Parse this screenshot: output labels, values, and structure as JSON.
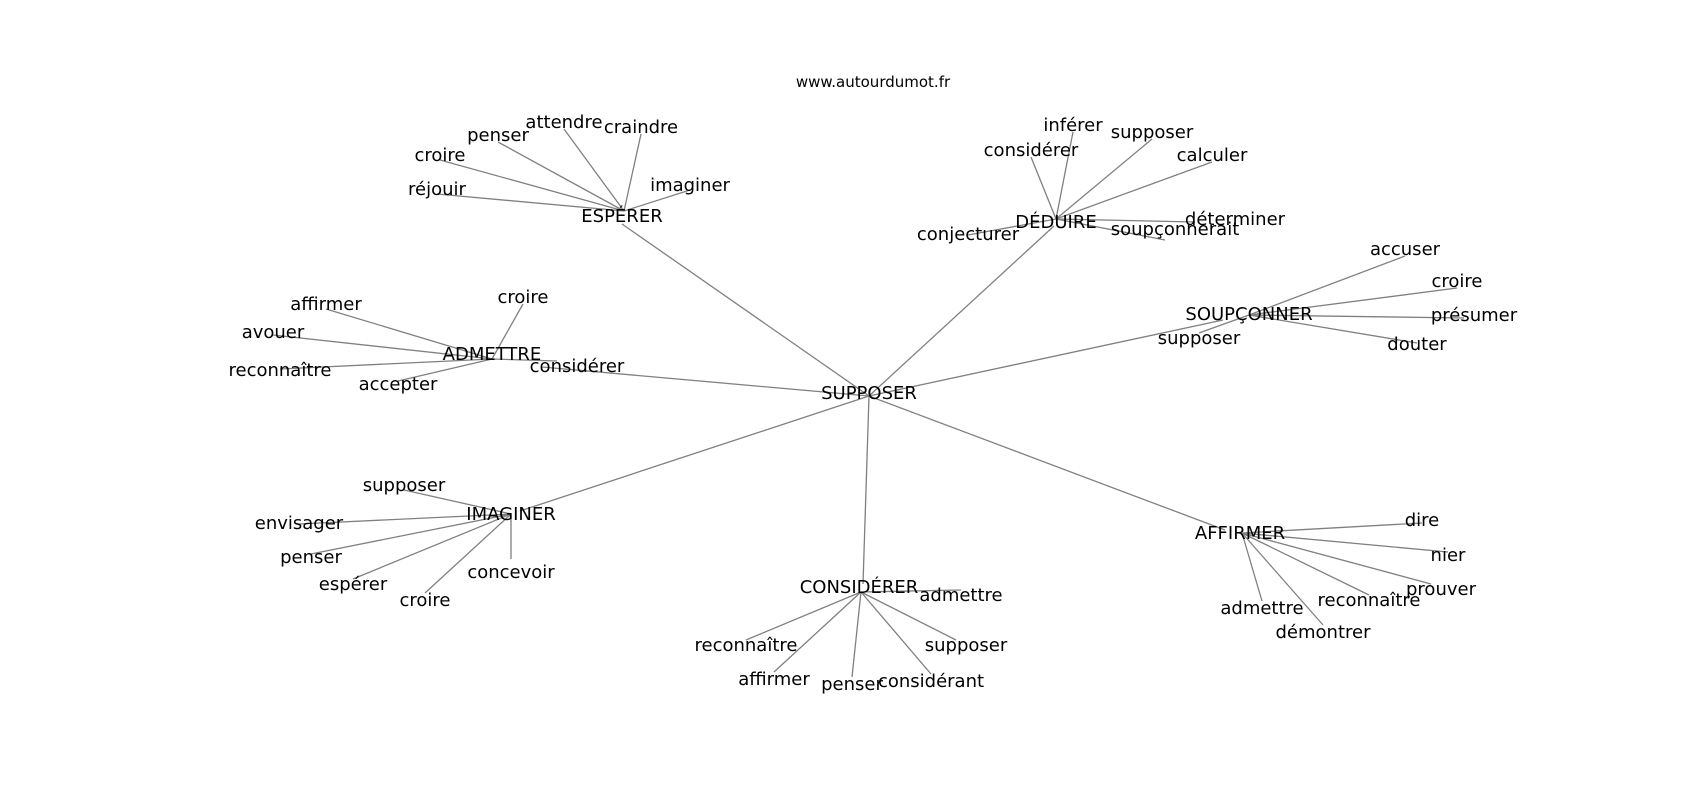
{
  "source": "www.autourdumot.fr",
  "center": "SUPPOSER",
  "clusters": [
    {
      "hub": "ESPÉRER",
      "words": [
        "réjouir",
        "croire",
        "penser",
        "attendre",
        "craindre",
        "imaginer"
      ]
    },
    {
      "hub": "DÉDUIRE",
      "words": [
        "conjecturer",
        "considérer",
        "inférer",
        "supposer",
        "calculer",
        "déterminer",
        "soupçonnerait"
      ]
    },
    {
      "hub": "SOUPÇONNER",
      "words": [
        "accuser",
        "croire",
        "présumer",
        "douter",
        "supposer"
      ]
    },
    {
      "hub": "ADMETTRE",
      "words": [
        "affirmer",
        "avouer",
        "reconnaître",
        "accepter",
        "croire",
        "considérer"
      ]
    },
    {
      "hub": "IMAGINER",
      "words": [
        "supposer",
        "envisager",
        "penser",
        "espérer",
        "croire",
        "concevoir"
      ]
    },
    {
      "hub": "CONSIDÉRER",
      "words": [
        "admettre",
        "reconnaître",
        "affirmer",
        "penser",
        "considérant",
        "supposer"
      ]
    },
    {
      "hub": "AFFIRMER",
      "words": [
        "dire",
        "nier",
        "prouver",
        "reconnaître",
        "démontrer",
        "admettre"
      ]
    }
  ]
}
